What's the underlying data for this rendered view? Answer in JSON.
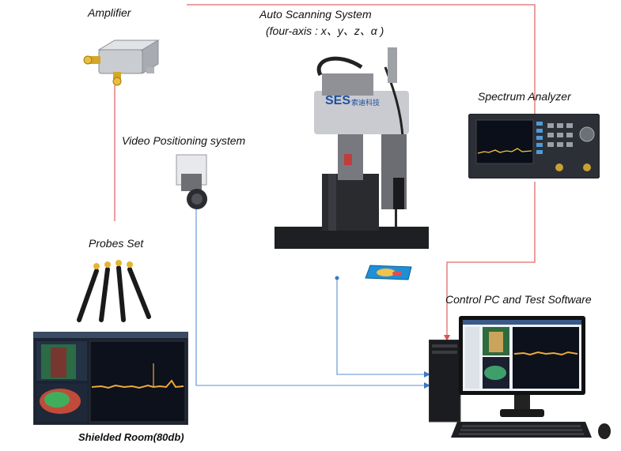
{
  "labels": {
    "amplifier": "Amplifier",
    "auto_scanning_line1": "Auto Scanning System",
    "auto_scanning_line2": "(four-axis :  x、y、z、α )",
    "spectrum_analyzer": "Spectrum Analyzer",
    "video_positioning": "Video Positioning system",
    "probes_set": "Probes Set",
    "control_pc": "Control PC and Test Software",
    "shielded_room": "Shielded Room(80db)"
  },
  "robot_logo": {
    "brand": "SES",
    "suffix": "索迪科技"
  },
  "colors": {
    "rf_link": "#d9534f",
    "control_link": "#3b78c4"
  }
}
